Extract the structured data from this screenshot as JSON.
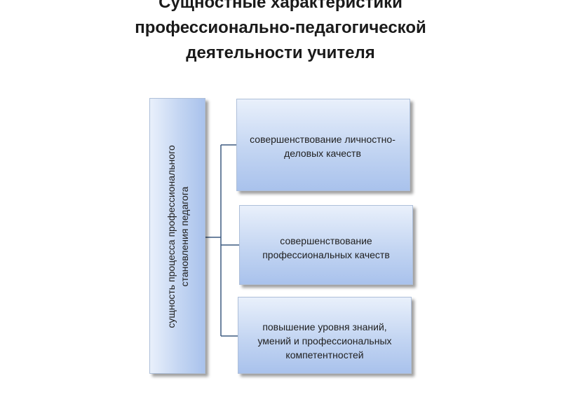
{
  "slide": {
    "title_lines": [
      "Сущностные характеристики",
      "профессионально-педагогической",
      "деятельности учителя"
    ]
  },
  "diagram": {
    "root": {
      "lines": [
        "сущность процесса профессионального",
        "становления педагога"
      ]
    },
    "children": [
      {
        "lines": [
          "совершенствование личностно-",
          "деловых качеств"
        ]
      },
      {
        "lines": [
          "совершенствование",
          "профессиональных качеств"
        ]
      },
      {
        "lines": [
          "повышение уровня знаний,",
          "умений и профессиональных",
          "компетентностей"
        ]
      }
    ],
    "connector_color": "#3d5a80"
  }
}
